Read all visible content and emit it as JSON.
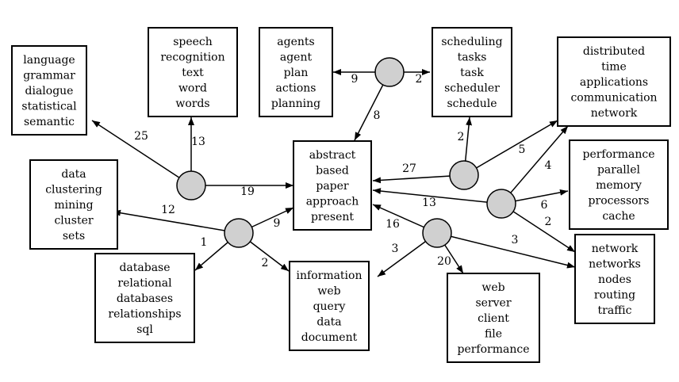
{
  "topics": {
    "language": [
      "language",
      "grammar",
      "dialogue",
      "statistical",
      "semantic"
    ],
    "speech": [
      "speech",
      "recognition",
      "text",
      "word",
      "words"
    ],
    "agents": [
      "agents",
      "agent",
      "plan",
      "actions",
      "planning"
    ],
    "scheduling": [
      "scheduling",
      "tasks",
      "task",
      "scheduler",
      "schedule"
    ],
    "distributed": [
      "distributed",
      "time",
      "applications",
      "communication",
      "network"
    ],
    "data": [
      "data",
      "clustering",
      "mining",
      "cluster",
      "sets"
    ],
    "abstract": [
      "abstract",
      "based",
      "paper",
      "approach",
      "present"
    ],
    "performance": [
      "performance",
      "parallel",
      "memory",
      "processors",
      "cache"
    ],
    "database": [
      "database",
      "relational",
      "databases",
      "relationships",
      "sql"
    ],
    "information": [
      "information",
      "web",
      "query",
      "data",
      "document"
    ],
    "web": [
      "web",
      "server",
      "client",
      "file",
      "performance"
    ],
    "network": [
      "network",
      "networks",
      "nodes",
      "routing",
      "traffic"
    ]
  },
  "edge_labels": {
    "n1_language": "25",
    "n1_speech": "13",
    "n1_abstract": "19",
    "n2_agents": "9",
    "n2_scheduling": "2",
    "n2_abstract": "8",
    "n3_abstract": "27",
    "n3_scheduling": "2",
    "n3_distributed": "5",
    "n4_abstract": "13",
    "n4_distributed": "4",
    "n4_performance": "6",
    "n4_network": "2",
    "n5_data": "12",
    "n5_database": "1",
    "n5_abstract": "9",
    "n5_information": "2",
    "n6_abstract": "16",
    "n6_information": "3",
    "n6_web": "20",
    "n6_network": "3"
  }
}
